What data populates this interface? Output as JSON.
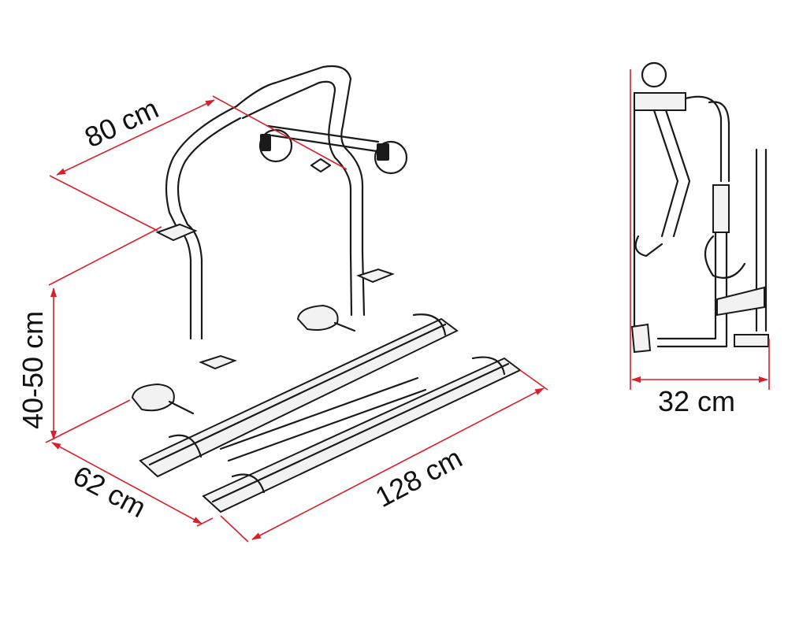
{
  "diagram": {
    "subject": "bike-carrier",
    "dimensions": {
      "width_top": "80 cm",
      "height": "40-50 cm",
      "depth": "62 cm",
      "rail_length": "128 cm",
      "side_depth": "32 cm"
    },
    "colors": {
      "dimension_line": "#d9202a",
      "outline": "#1a1a1a"
    }
  }
}
